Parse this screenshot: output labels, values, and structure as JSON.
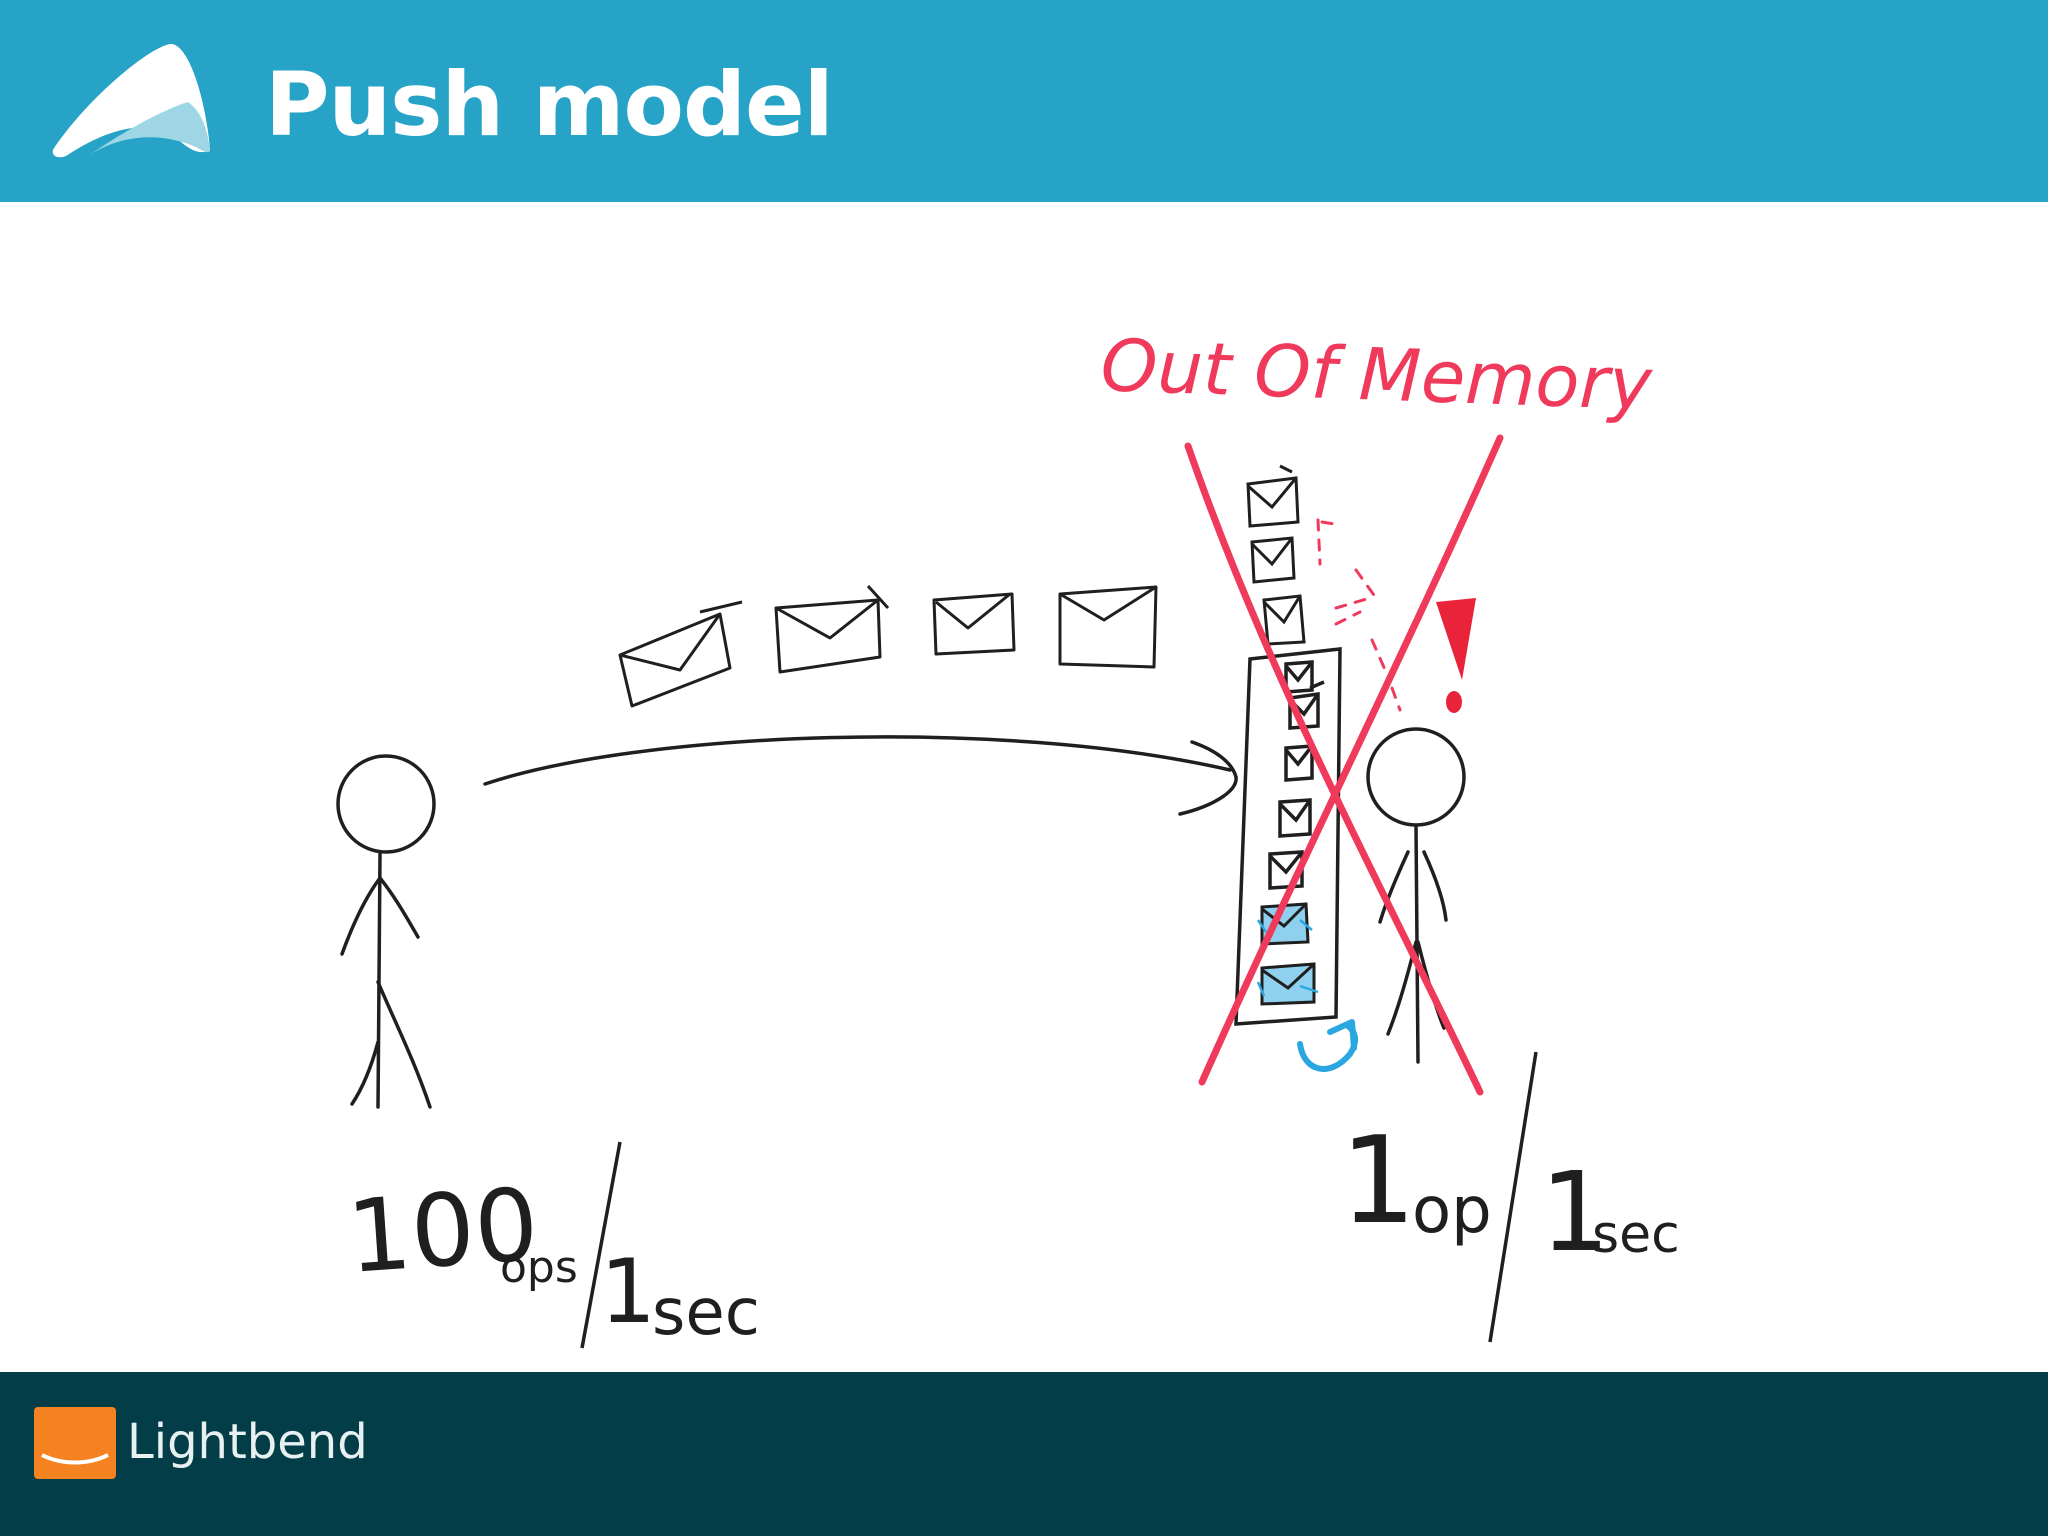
{
  "slide": {
    "title": "Push model"
  },
  "diagram": {
    "warning": "Out Of Memory",
    "producer_rate_count": "100",
    "producer_rate_unit": "ops",
    "producer_rate_per": "1",
    "producer_rate_time": "sec",
    "consumer_rate_count": "1",
    "consumer_rate_unit": "op",
    "consumer_rate_per": "1",
    "consumer_rate_time": "sec"
  },
  "footer": {
    "brand": "Lightbend"
  },
  "colors": {
    "header": "#26a3c6",
    "footer": "#023d48",
    "warning": "#f03a5c",
    "accent_blue": "#2aa7e0",
    "brand_orange": "#f58220"
  }
}
